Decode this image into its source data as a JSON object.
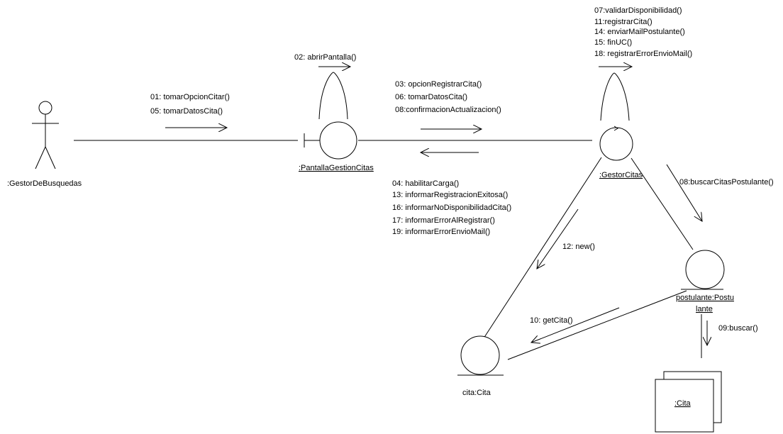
{
  "actor": {
    "name": ":GestorDeBusquedas"
  },
  "boundary": {
    "name": ":PantallaGestionCitas",
    "self_messages": [
      "02: abrirPantalla()"
    ]
  },
  "control": {
    "name": ":GestorCitas",
    "self_messages": [
      "07:validarDisponibilidad()",
      "11:registrarCita()",
      "14: enviarMailPostulante()",
      "15: finUC()",
      "18: registrarErrorEnvioMail()"
    ]
  },
  "postulante": {
    "name_line1": "postulante:Postu",
    "name_line2": "lante"
  },
  "cita": {
    "name": "cita:Cita"
  },
  "citas_collection": {
    "name": ":Cita"
  },
  "messages": {
    "actor_to_boundary": [
      "01: tomarOpcionCitar()",
      "05: tomarDatosCita()"
    ],
    "boundary_to_control": [
      "03: opcionRegistrarCita()",
      "06: tomarDatosCita()",
      "08:confirmacionActualizacion()"
    ],
    "control_to_boundary": [
      "04: habilitarCarga()",
      "13: informarRegistracionExitosa()",
      "16: informarNoDisponibilidadCita()",
      "17: informarErrorAlRegistrar()",
      "19: informarErrorEnvioMail()"
    ],
    "control_to_postulante": [
      "08:buscarCitasPostulante()"
    ],
    "control_to_cita": [
      "12: new()"
    ],
    "postulante_to_cita": [
      "10: getCita()"
    ],
    "postulante_to_collection": [
      "09:buscar()"
    ]
  }
}
